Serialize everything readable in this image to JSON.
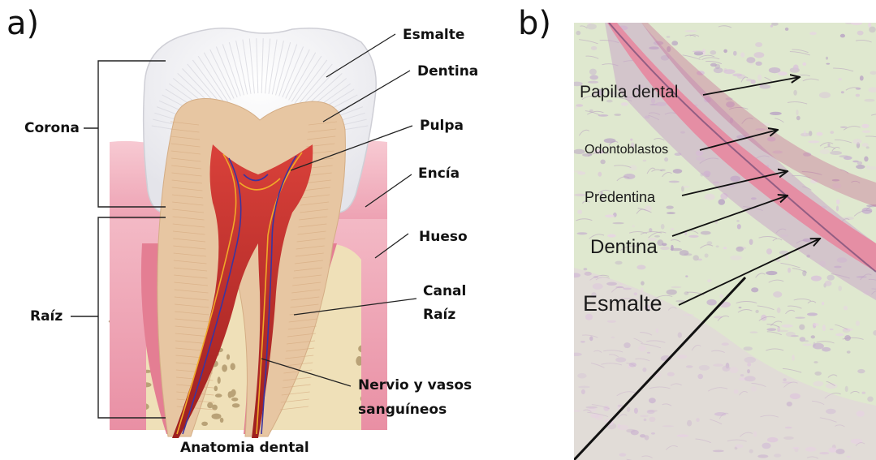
{
  "panel_a": {
    "letter": "a)",
    "title": "Anatomia dental",
    "labels": {
      "esmalte": "Esmalte",
      "dentina": "Dentina",
      "pulpa": "Pulpa",
      "encia": "Encía",
      "hueso": "Hueso",
      "canal_line1": "Canal",
      "canal_line2": "Raíz",
      "nervio_line1": "Nervio y vasos",
      "nervio_line2": "sanguíneos",
      "corona": "Corona",
      "raiz": "Raíz"
    }
  },
  "panel_b": {
    "letter": "b)",
    "labels": {
      "papila": "Papila dental",
      "odontoblastos": "Odontoblastos",
      "predentina": "Predentina",
      "dentina": "Dentina",
      "esmalte": "Esmalte"
    }
  },
  "colors": {
    "enamel": "#f3f3f5",
    "dentin": "#e7c6a2",
    "pulp": "#c5342b",
    "gum": "#ec9fb0",
    "bone": "#efe0b8",
    "histo_bg": "#dfe8cf",
    "histo_pink": "#e58ea4"
  }
}
